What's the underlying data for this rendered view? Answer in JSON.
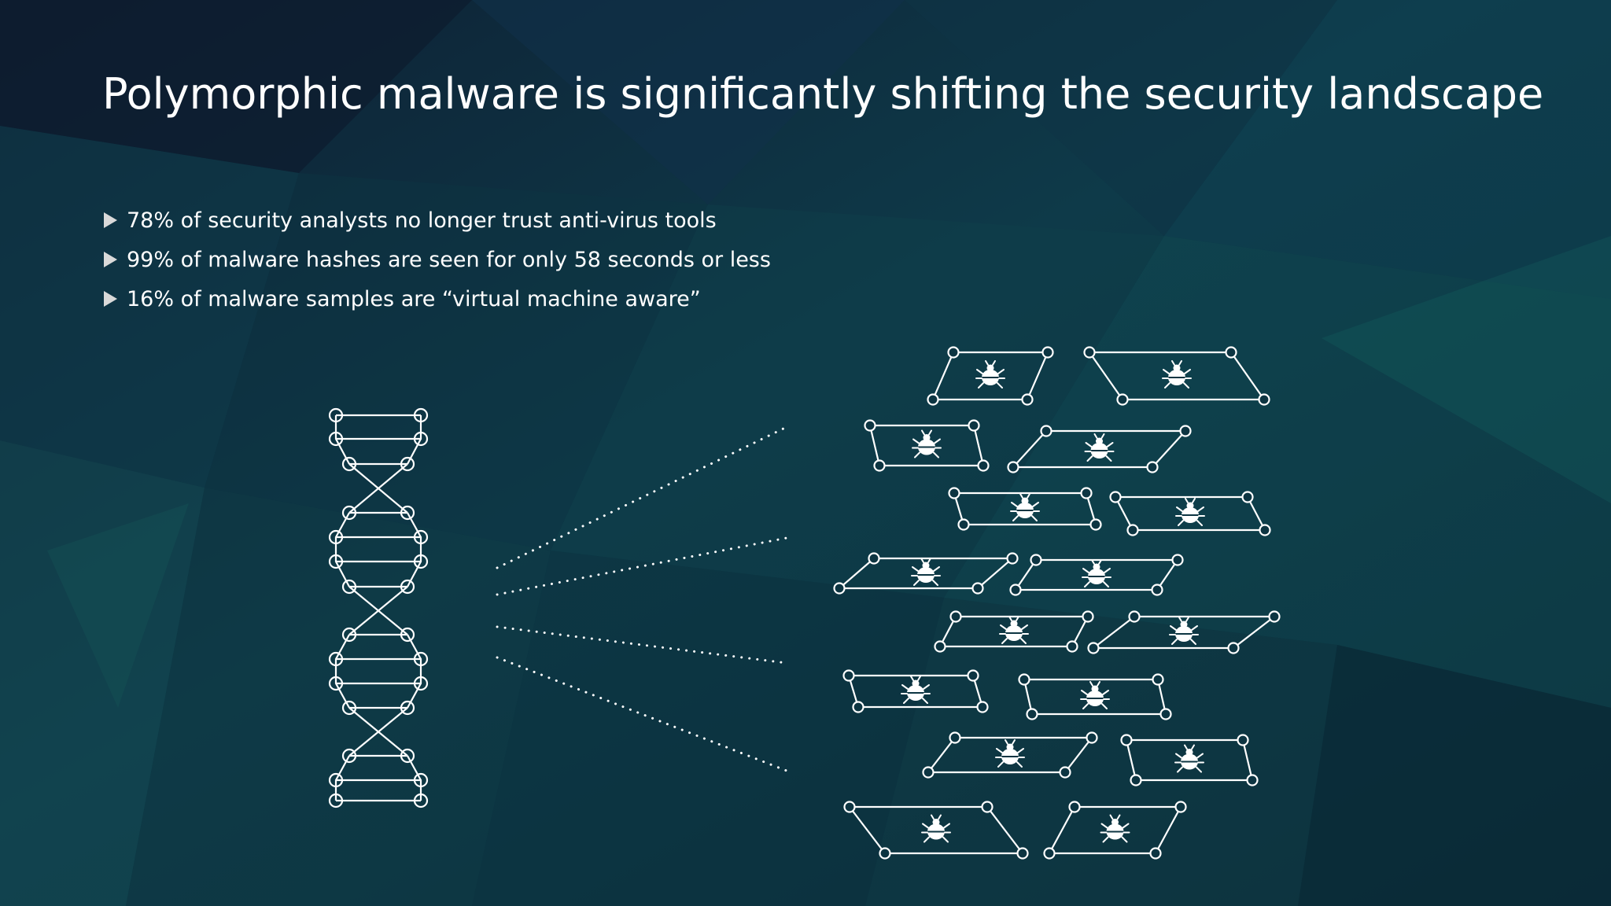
{
  "slide": {
    "title": "Polymorphic malware is significantly shifting the security landscape",
    "bullets": [
      "78% of security analysts no longer trust anti-virus tools",
      "99% of malware hashes are seen for only 58 seconds or less",
      "16% of malware samples are “virtual machine aware”"
    ]
  },
  "theme": {
    "background": "#0c2f3e",
    "text": "#ffffff",
    "line": "#ffffff"
  },
  "icons": {
    "bullet": "triangle-right-icon",
    "dna": "dna-helix-icon",
    "malware": "bug-icon"
  }
}
